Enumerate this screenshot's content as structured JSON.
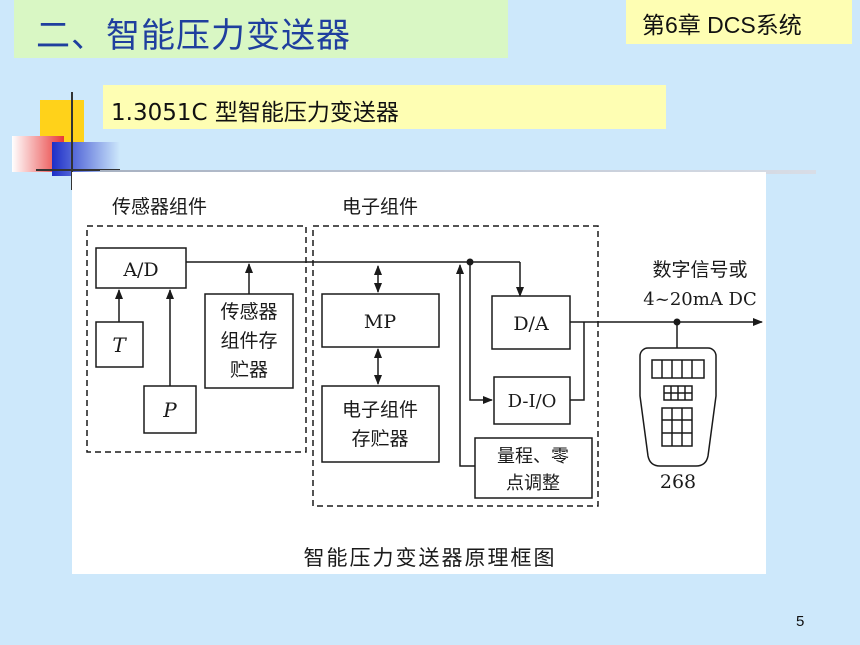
{
  "slide": {
    "title": "二、智能压力变送器",
    "chapter": "第6章 DCS系统",
    "subtitle": "1.3051C 型智能压力变送器",
    "page_number": "5"
  },
  "diagram": {
    "group_sensor": "传感器组件",
    "group_electronics": "电子组件",
    "ad_block": "A/D",
    "t_block": "T",
    "p_block": "P",
    "sensor_mem_line1": "传感器",
    "sensor_mem_line2": "组件存",
    "sensor_mem_line3": "贮器",
    "mp_block": "MP",
    "elec_mem_line1": "电子组件",
    "elec_mem_line2": "存贮器",
    "da_block": "D/A",
    "dio_block": "D-I/O",
    "range_line1": "量程、零",
    "range_line2": "点调整",
    "output_line1": "数字信号或",
    "output_line2": "4~20mA DC",
    "communicator_label": "268",
    "caption": "智能压力变送器原理框图"
  }
}
